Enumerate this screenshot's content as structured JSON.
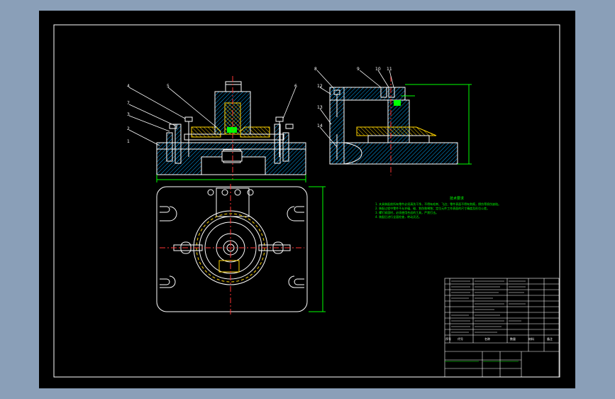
{
  "colors": {
    "app_background": "#8a9fb8",
    "drawing_background": "#000000",
    "outline": "#ffffff",
    "hatch": "#00aaff",
    "dimension": "#00ff00",
    "centerline": "#ff3333",
    "filler_part": "#ffd400",
    "leader": "#ffffff"
  },
  "balloons": {
    "front_view": [
      "4",
      "5",
      "6",
      "7",
      "3",
      "2",
      "1"
    ],
    "side_view": [
      "8",
      "9",
      "10",
      "11",
      "12",
      "13",
      "14"
    ]
  },
  "notes": {
    "title": "技术要求",
    "lines": [
      "1. 夹具装配前所有零件必须清洗干净，不得有毛刺、飞边；零件表面不得有划痕，擦伤等损伤缺陷。",
      "2. 装配过程中零件不允许磕、碰、划伤和锈蚀；定位元件工作表面的尺寸精度及形位公差。",
      "3. 螺钉紧固时，必须使用合适的工具，严禁打击。",
      "4. 装配后进行全面检查，转动灵活。"
    ]
  },
  "title_block": {
    "headers": [
      "序号",
      "代号",
      "名称",
      "数量",
      "材料",
      "备注"
    ]
  }
}
